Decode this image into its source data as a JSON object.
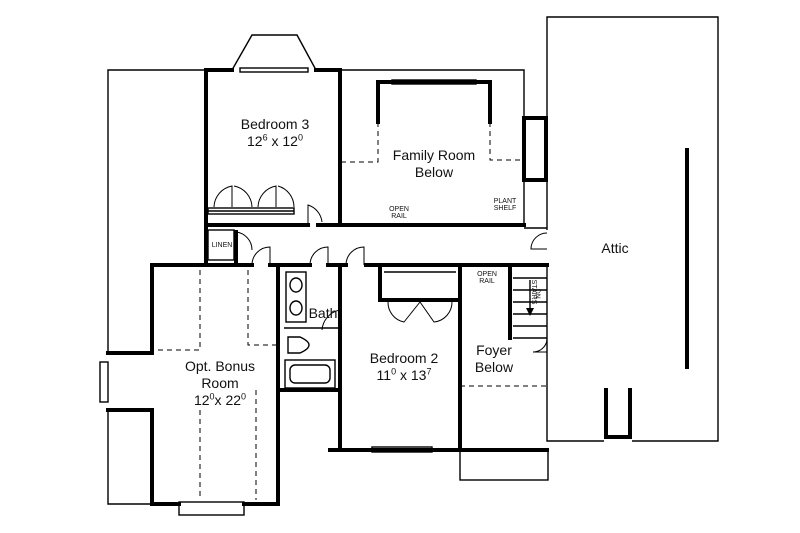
{
  "rooms": {
    "bedroom3": {
      "name": "Bedroom 3",
      "w_ft": "12",
      "w_in": "6",
      "sep": " x ",
      "d_ft": "12",
      "d_in": "0"
    },
    "family_room": {
      "line1": "Family Room",
      "line2": "Below"
    },
    "attic": {
      "name": "Attic"
    },
    "linen": {
      "name": "LINEN"
    },
    "bath": {
      "name": "Bath"
    },
    "bonus_room": {
      "line1": "Opt. Bonus",
      "line2": "Room",
      "w_ft": "12",
      "w_in": "0",
      "sep": "x ",
      "d_ft": "22",
      "d_in": "0"
    },
    "bedroom2": {
      "name": "Bedroom 2",
      "w_ft": "11",
      "w_in": "0",
      "sep": " x ",
      "d_ft": "13",
      "d_in": "7"
    },
    "foyer": {
      "line1": "Foyer",
      "line2": "Below"
    }
  },
  "notes": {
    "open_rail_family": {
      "line1": "OPEN",
      "line2": "RAIL"
    },
    "plant_shelf": {
      "line1": "PLANT",
      "line2": "SHELF"
    },
    "open_rail_foyer": {
      "line1": "OPEN",
      "line2": "RAIL"
    },
    "stairs": {
      "text": "STAIRS",
      "dir": "DN"
    }
  }
}
